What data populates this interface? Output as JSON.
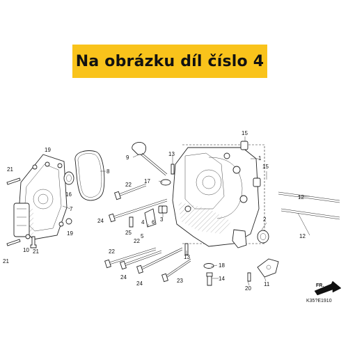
{
  "banner": {
    "text": "Na obrázku díl číslo 4"
  },
  "diagram": {
    "callouts": [
      "1",
      "2",
      "3",
      "4",
      "5",
      "6",
      "7",
      "8",
      "9",
      "10",
      "11",
      "12",
      "12",
      "13",
      "13",
      "14",
      "15",
      "15",
      "16",
      "17",
      "18",
      "19",
      "19",
      "20",
      "21",
      "21",
      "22",
      "22",
      "22",
      "23",
      "24",
      "24",
      "24",
      "25"
    ],
    "direction_label": "FR.",
    "diagram_code": "K35?E1910"
  },
  "colors": {
    "banner_bg": "#f9c31b",
    "line": "#222222"
  }
}
